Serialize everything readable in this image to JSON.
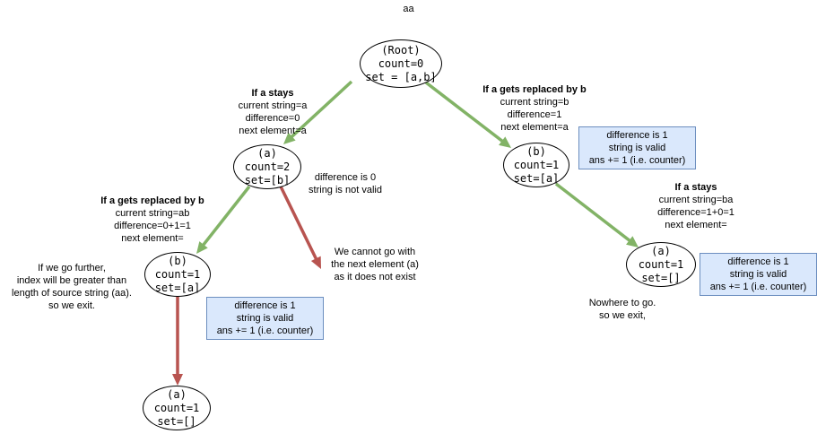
{
  "title": "aa",
  "colors": {
    "green": "#82b366",
    "red": "#b85450",
    "note_bg": "#dae8fc",
    "note_border": "#6c8ebf"
  },
  "nodes": {
    "root": [
      "(Root)",
      "count=0",
      "set = [a,b]"
    ],
    "a1": [
      "(a)",
      "count=2",
      "set=[b]"
    ],
    "b1": [
      "(b)",
      "count=1",
      "set=[a]"
    ],
    "b2": [
      "(b)",
      "count=1",
      "set=[a]"
    ],
    "a2": [
      "(a)",
      "count=1",
      "set=[]"
    ],
    "a3": [
      "(a)",
      "count=1",
      "set=[]"
    ]
  },
  "labels": {
    "stays1": {
      "head": "If a stays",
      "lines": [
        "current string=a",
        "difference=0",
        "next element=a"
      ]
    },
    "replaced1": {
      "head": "If a gets replaced by b",
      "lines": [
        "current string=b",
        "difference=1",
        "next element=a"
      ]
    },
    "replaced2": {
      "head": "If a gets replaced by b",
      "lines": [
        "current string=ab",
        "difference=0+1=1",
        "next element="
      ]
    },
    "stays2": {
      "head": "If a stays",
      "lines": [
        "current string=ba",
        "difference=1+0=1",
        "next element="
      ]
    },
    "diff0": [
      "difference is 0",
      "string is not valid"
    ],
    "cannot": [
      "We cannot go with",
      "the next element (a)",
      "as it does not exist"
    ],
    "further": [
      "If we go further,",
      "index will be greater than",
      "length of source string (aa).",
      "so we exit."
    ],
    "nowhere": [
      "Nowhere to go.",
      "so we exit,"
    ]
  },
  "notes": {
    "n1": [
      "difference is 1",
      "string is valid",
      "ans += 1 (i.e. counter)"
    ],
    "n2": [
      "difference is 1",
      "string is valid",
      "ans += 1 (i.e. counter)"
    ],
    "n3": [
      "difference is 1",
      "string is valid",
      "ans += 1 (i.e. counter)"
    ]
  }
}
